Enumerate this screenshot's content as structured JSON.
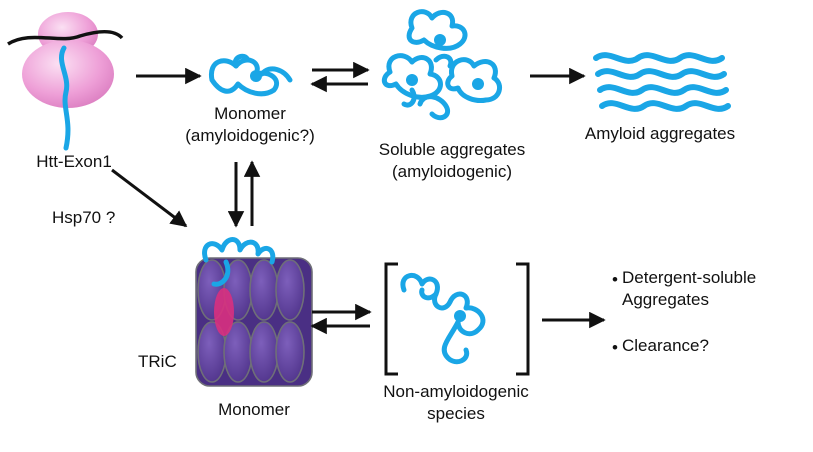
{
  "colors": {
    "chain": "#1aa6e6",
    "ribosome": "#ec9ad6",
    "tric_fill": "#5a3d93",
    "tric_stroke": "#6f6f78",
    "tric_highlight": "#d8307f",
    "arrow": "#111111"
  },
  "labels": {
    "htt": "Htt-Exon1",
    "hsp70": "Hsp70 ?",
    "monomer_line1": "Monomer",
    "monomer_line2": "(amyloidogenic?)",
    "soluble_line1": "Soluble aggregates",
    "soluble_line2": "(amyloidogenic)",
    "amyloid": "Amyloid aggregates",
    "tric": "TRiC",
    "tric_monomer": "Monomer",
    "nonamyloid_line1": "Non-amyloidogenic",
    "nonamyloid_line2": "species",
    "outcome1_line1": "Detergent-soluble",
    "outcome1_line2": "Aggregates",
    "outcome2": "Clearance?",
    "bullet": "•"
  }
}
